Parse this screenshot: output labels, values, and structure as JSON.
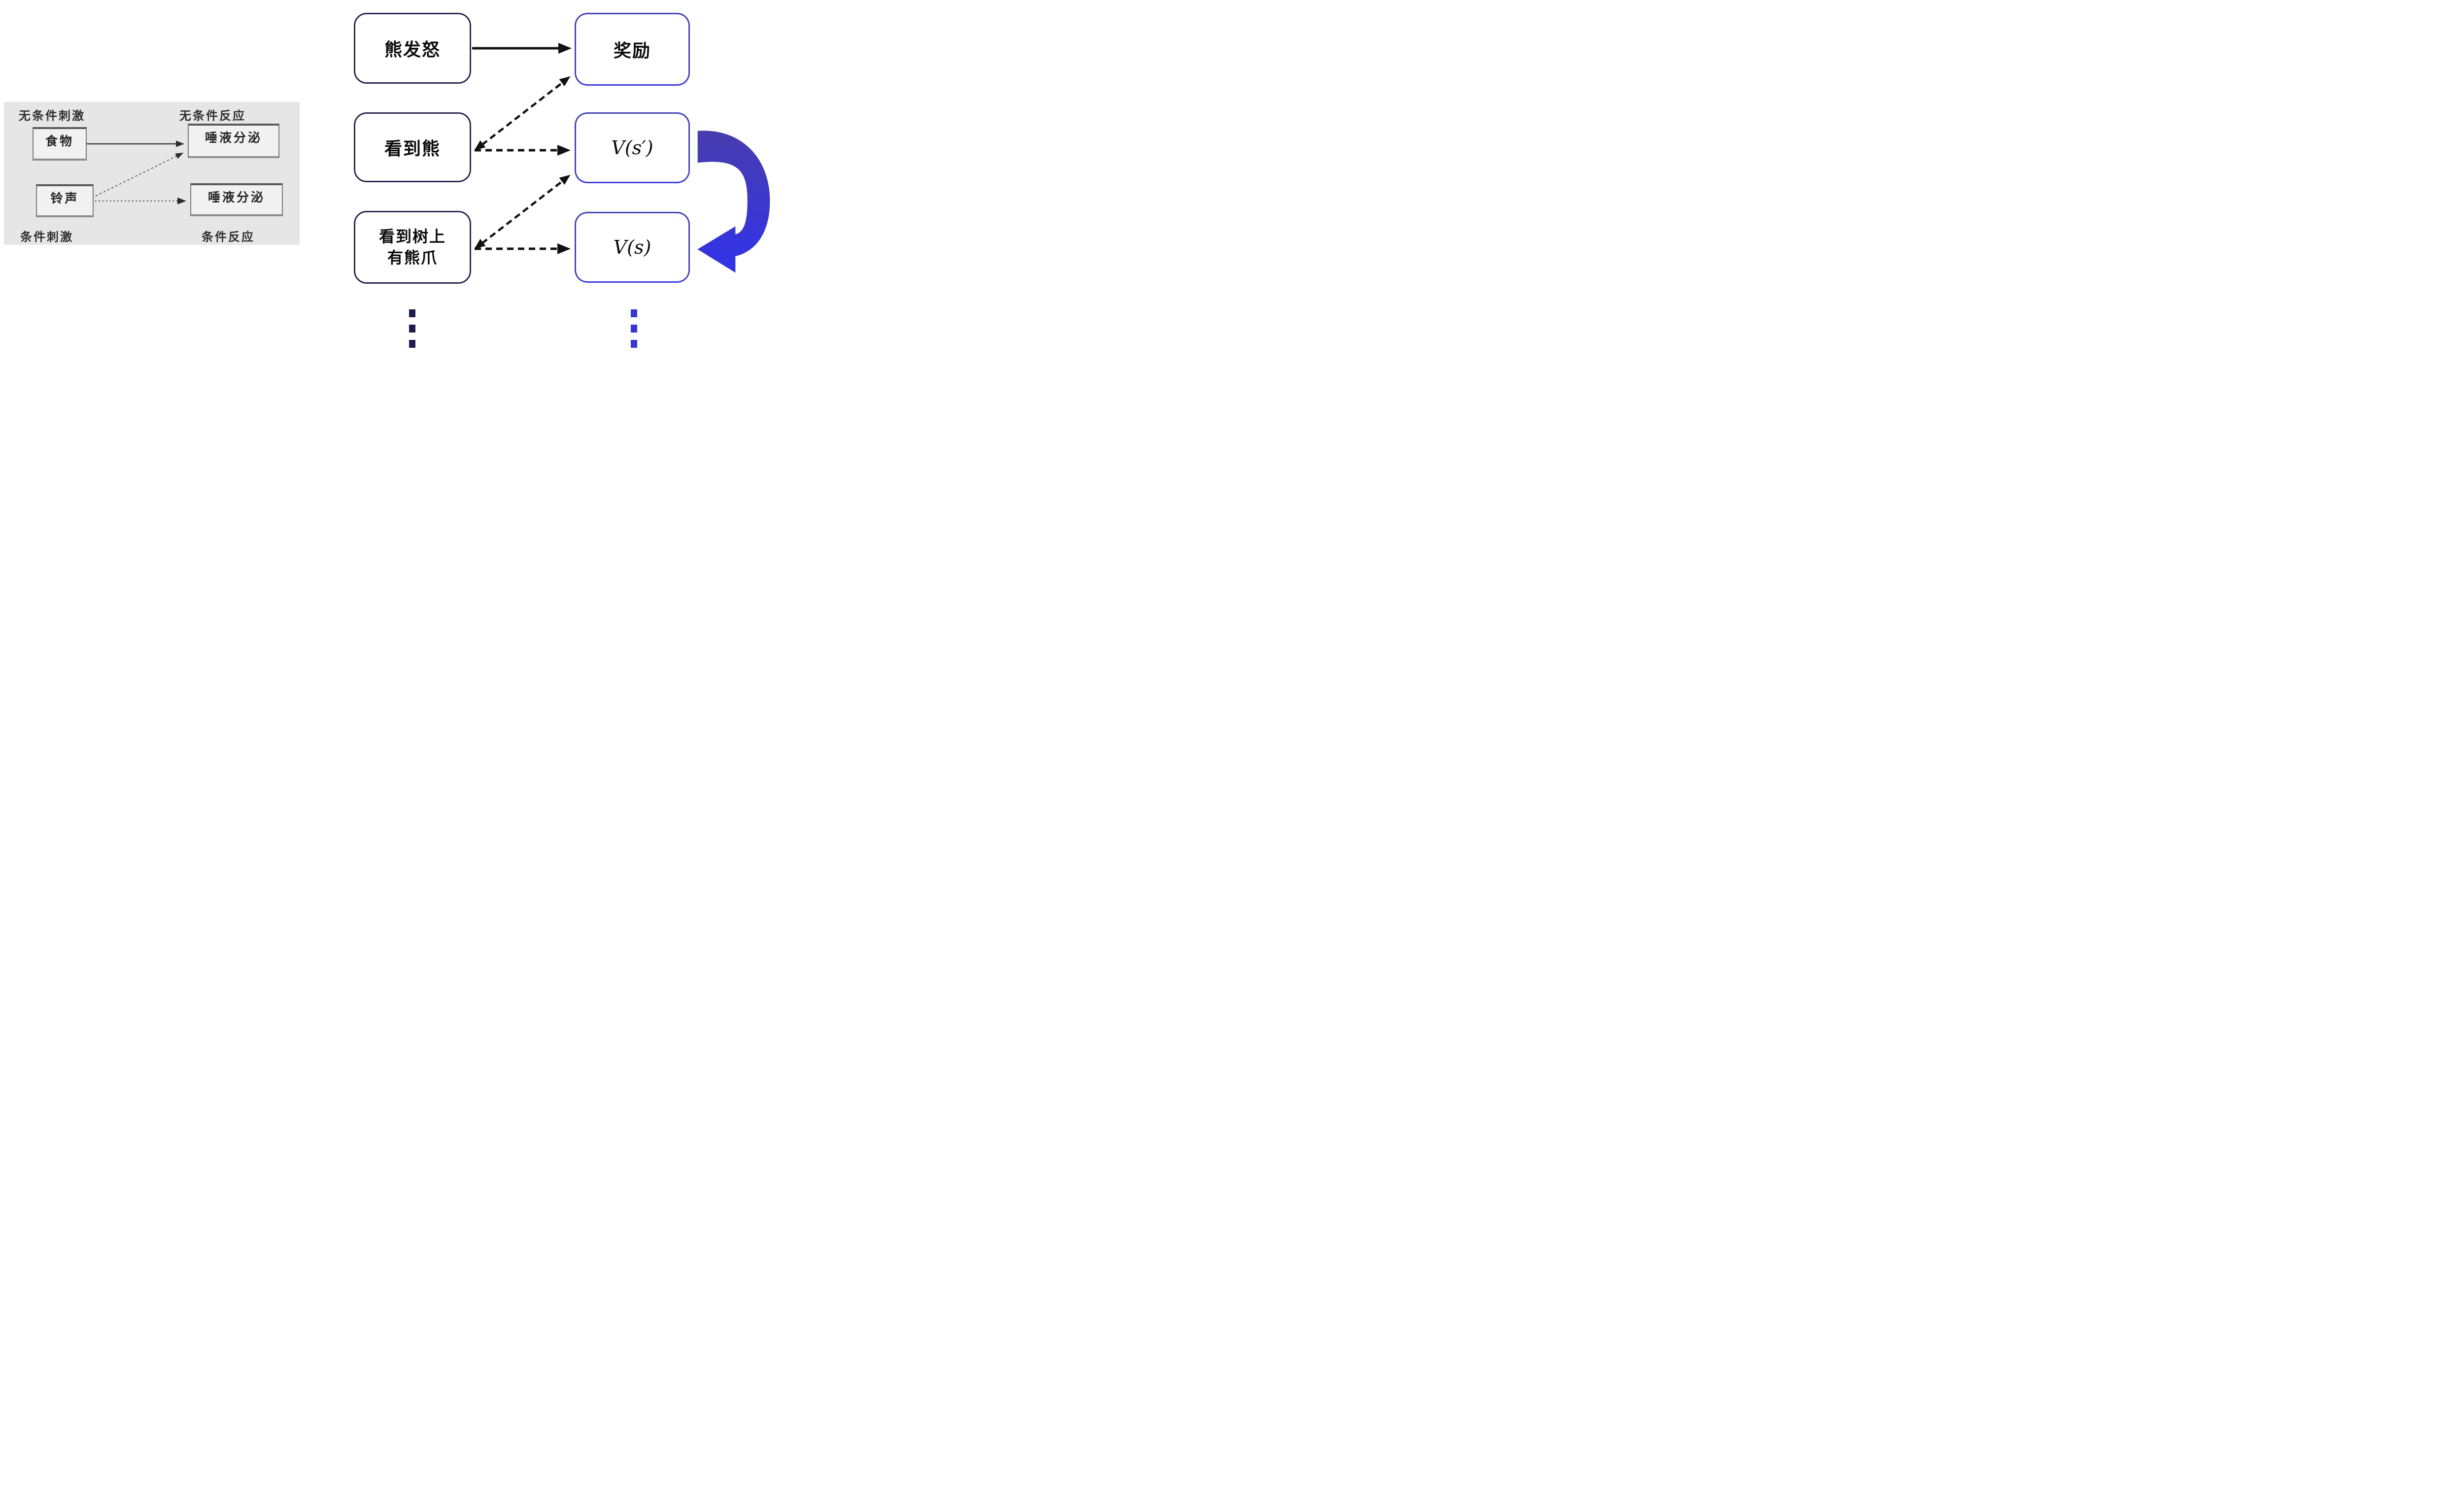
{
  "pavlov": {
    "label_unconditioned_stimulus": "无条件刺激",
    "label_unconditioned_response": "无条件反应",
    "label_conditioned_stimulus": "条件刺激",
    "label_conditioned_response": "条件反应",
    "food": "食物",
    "saliva_top": "唾液分泌",
    "bell": "铃声",
    "saliva_bottom": "唾液分泌"
  },
  "rl": {
    "bear_angry": "熊发怒",
    "reward": "奖励",
    "see_bear": "看到熊",
    "v_s_prime": "V(s′)",
    "see_claw_line1": "看到树上",
    "see_claw_line2": "有熊爪",
    "v_s": "V(s)"
  },
  "colors": {
    "navy_border": "#2a2a52",
    "blue_border": "#4444b4",
    "blue_border_bright": "#3d3de0",
    "panel_bg": "#e7e6e6",
    "arrow_black": "#111111",
    "dark_dot": "#1c1c4f",
    "blue_dot": "#3636d8",
    "swoosh_top": "#473dae",
    "swoosh_bottom": "#3132ea"
  }
}
